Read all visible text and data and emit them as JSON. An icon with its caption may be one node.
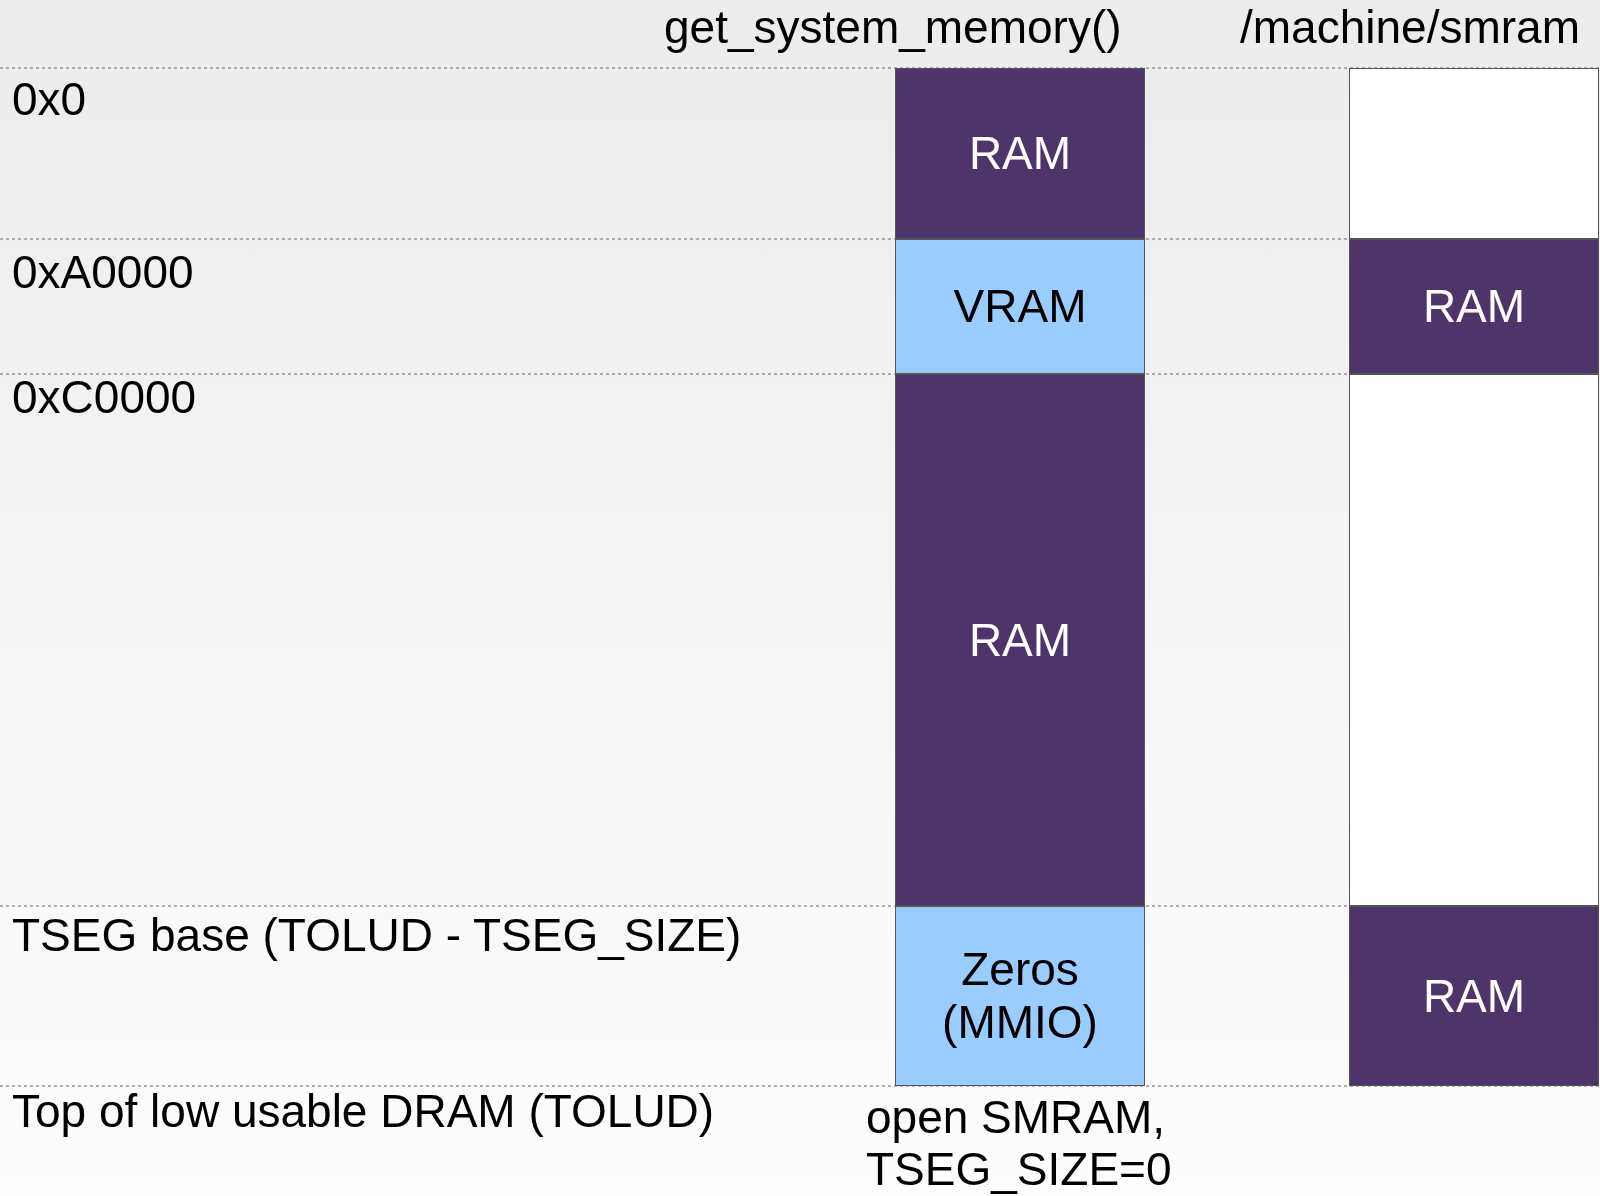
{
  "diagram": {
    "nodes": [
      {
        "text": [
          "RAM"
        ]
      },
      {
        "text": [
          "VRAM"
        ]
      },
      {
        "text": [
          "RAM"
        ]
      },
      {
        "text": [
          "Zeros (MMIO)"
        ]
      },
      {
        "text": [],
        "shape": "box"
      },
      {
        "text": [
          "RAM"
        ]
      },
      {
        "text": [],
        "shape": "box"
      },
      {
        "text": [
          "RAM"
        ]
      }
    ],
    "labels": [
      "get_system_memory()",
      "/machine/smram",
      "0x0",
      "0xA0000",
      "0xC0000",
      "TSEG base (TOLUD - TSEG_SIZE)",
      "Top of low usable DRAM (TOLUD)",
      "open SMRAM, TSEG_SIZE=0"
    ]
  }
}
